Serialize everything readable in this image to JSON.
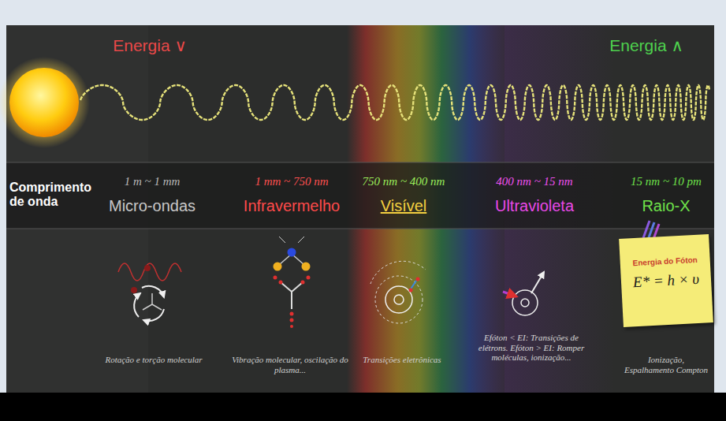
{
  "diagram": {
    "nodes": [
      {
        "text": [
          "Energia do Fóton",
          "E* = h × υ"
        ]
      }
    ],
    "labels": [
      "Energia ∨",
      "Energia ∧",
      "Comprimento de onda",
      "1 m ~ 1 mm",
      "Micro-ondas",
      "1 mm ~ 750 nm",
      "Infravermelho",
      "750 nm ~ 400 nm",
      "Visível",
      "400 nm ~ 15 nm",
      "Ultravioleta",
      "15 nm ~ 10 pm",
      "Raio-X",
      "Rotação e torção molecular",
      "Vibração molecular, oscilação do plasma...",
      "Transições eletrônicas",
      "Efóton < EI: Transições de elétrons. Efóton > EI: Romper moléculas, ionização...",
      "Ionização, Espalhamento Compton"
    ]
  }
}
